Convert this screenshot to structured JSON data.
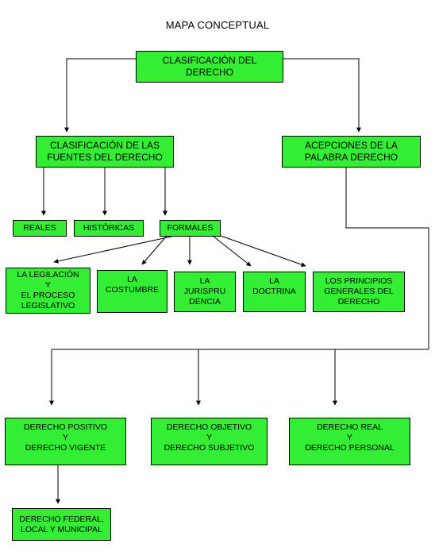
{
  "title": "MAPA CONCEPTUAL",
  "colors": {
    "box_fill": "#33ee33",
    "line": "#000000"
  },
  "nodes": {
    "root": [
      "CLASIFICACIÓN DEL",
      "DERECHO"
    ],
    "fuentes": [
      "CLASIFICACIÓN DE LAS",
      "FUENTES DEL DERECHO"
    ],
    "acepciones": [
      "ACEPCIONES DE LA",
      "PALABRA DERECHO"
    ],
    "reales": [
      "REALES"
    ],
    "historicas": [
      "HISTÓRICAS"
    ],
    "formales": [
      "FORMALES"
    ],
    "legislacion": [
      "LA LEGILACIÓN",
      "Y",
      "EL PROCESO",
      "LEGISLATIVO"
    ],
    "costumbre": [
      "LA",
      "COSTUMBRE"
    ],
    "jurisprudencia": [
      "LA",
      "JURISPRU",
      "DENCIA"
    ],
    "doctrina": [
      "LA",
      "DOCTRINA"
    ],
    "principios": [
      "LOS PRINCIPIOS",
      "GENERALES DEL",
      "DERECHO"
    ],
    "positivo": [
      "DERECHO POSITIVO",
      "Y",
      "DERECHO VIGENTE"
    ],
    "objetivo": [
      "DERECHO OBJETIVO",
      "Y",
      "DERECHO SUBJETIVO"
    ],
    "real": [
      "DERECHO REAL",
      "Y",
      "DERECHO PERSONAL"
    ],
    "federal": [
      "DERECHO FEDERAL,",
      "LOCAL Y MUNICIPAL"
    ]
  }
}
